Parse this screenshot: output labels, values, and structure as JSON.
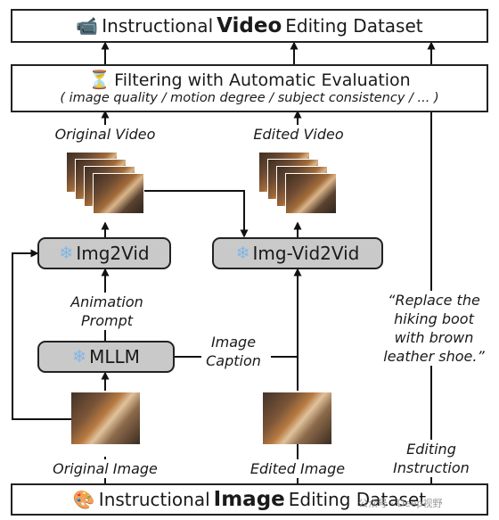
{
  "top_box": {
    "icon": "video-camera-icon",
    "prefix": "Instructional ",
    "bold": "Video",
    "suffix": " Editing Dataset"
  },
  "filter_box": {
    "icon": "hourglass-icon",
    "title": "Filtering with Automatic Evaluation",
    "subtitle": "( image quality / motion degree / subject consistency / ... )"
  },
  "bottom_box": {
    "icon": "palette-icon",
    "prefix": "Instructional ",
    "bold": "Image",
    "suffix": " Editing Dataset"
  },
  "labels": {
    "original_video": "Original Video",
    "edited_video": "Edited Video",
    "animation_prompt_1": "Animation",
    "animation_prompt_2": "Prompt",
    "image_caption_1": "Image",
    "image_caption_2": "Caption",
    "instruction_quote_1": "“Replace the",
    "instruction_quote_2": "hiking boot",
    "instruction_quote_3": "with brown",
    "instruction_quote_4": "leather shoe.”",
    "original_image": "Original Image",
    "edited_image": "Edited Image",
    "editing_instruction_1": "Editing",
    "editing_instruction_2": "Instruction"
  },
  "models": {
    "img2vid": {
      "icon": "snowflake-icon",
      "label": "Img2Vid"
    },
    "img_vid2vid": {
      "icon": "snowflake-icon",
      "label": "Img-Vid2Vid"
    },
    "mllm": {
      "icon": "snowflake-icon",
      "label": "MLLM"
    }
  },
  "watermark": "公众号 · Deep视野",
  "colors": {
    "model_box": "#c9c9c9",
    "snowflake": "#7fb5e6",
    "border": "#222222"
  }
}
